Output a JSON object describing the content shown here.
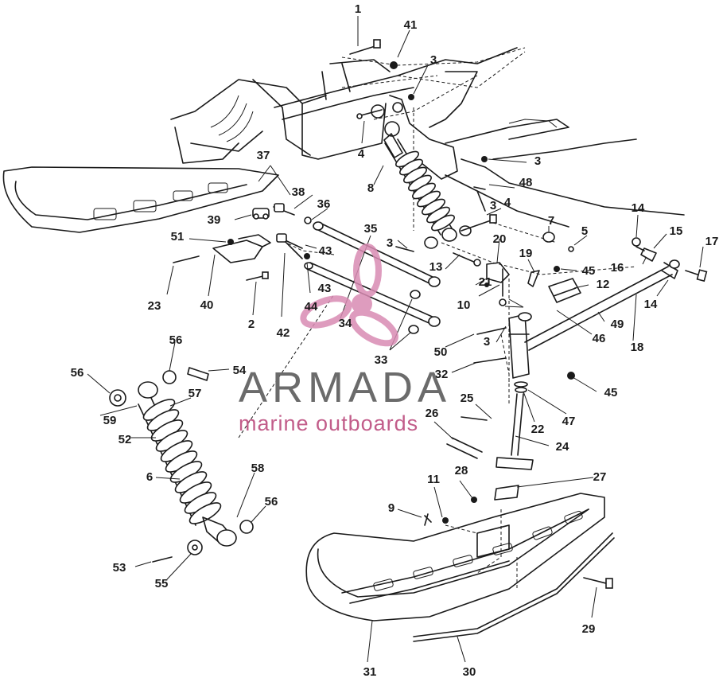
{
  "diagram": {
    "type": "exploded parts diagram",
    "callouts": [
      "1",
      "2",
      "3",
      "3",
      "3",
      "3",
      "3",
      "4",
      "4",
      "5",
      "6",
      "7",
      "8",
      "9",
      "10",
      "11",
      "12",
      "13",
      "14",
      "14",
      "15",
      "16",
      "17",
      "18",
      "19",
      "20",
      "21",
      "22",
      "23",
      "24",
      "25",
      "26",
      "27",
      "28",
      "29",
      "30",
      "31",
      "32",
      "33",
      "34",
      "35",
      "36",
      "37",
      "38",
      "39",
      "40",
      "41",
      "42",
      "43",
      "43",
      "44",
      "45",
      "45",
      "46",
      "47",
      "48",
      "49",
      "50",
      "51",
      "52",
      "53",
      "54",
      "55",
      "56",
      "56",
      "56",
      "57",
      "58",
      "59"
    ]
  },
  "watermark": {
    "brand": "ARMADA",
    "tagline": "marine outboards",
    "colors": {
      "brand": "#6b6b6b",
      "accent": "#c25d8a",
      "propeller": "#d98bb3"
    }
  }
}
